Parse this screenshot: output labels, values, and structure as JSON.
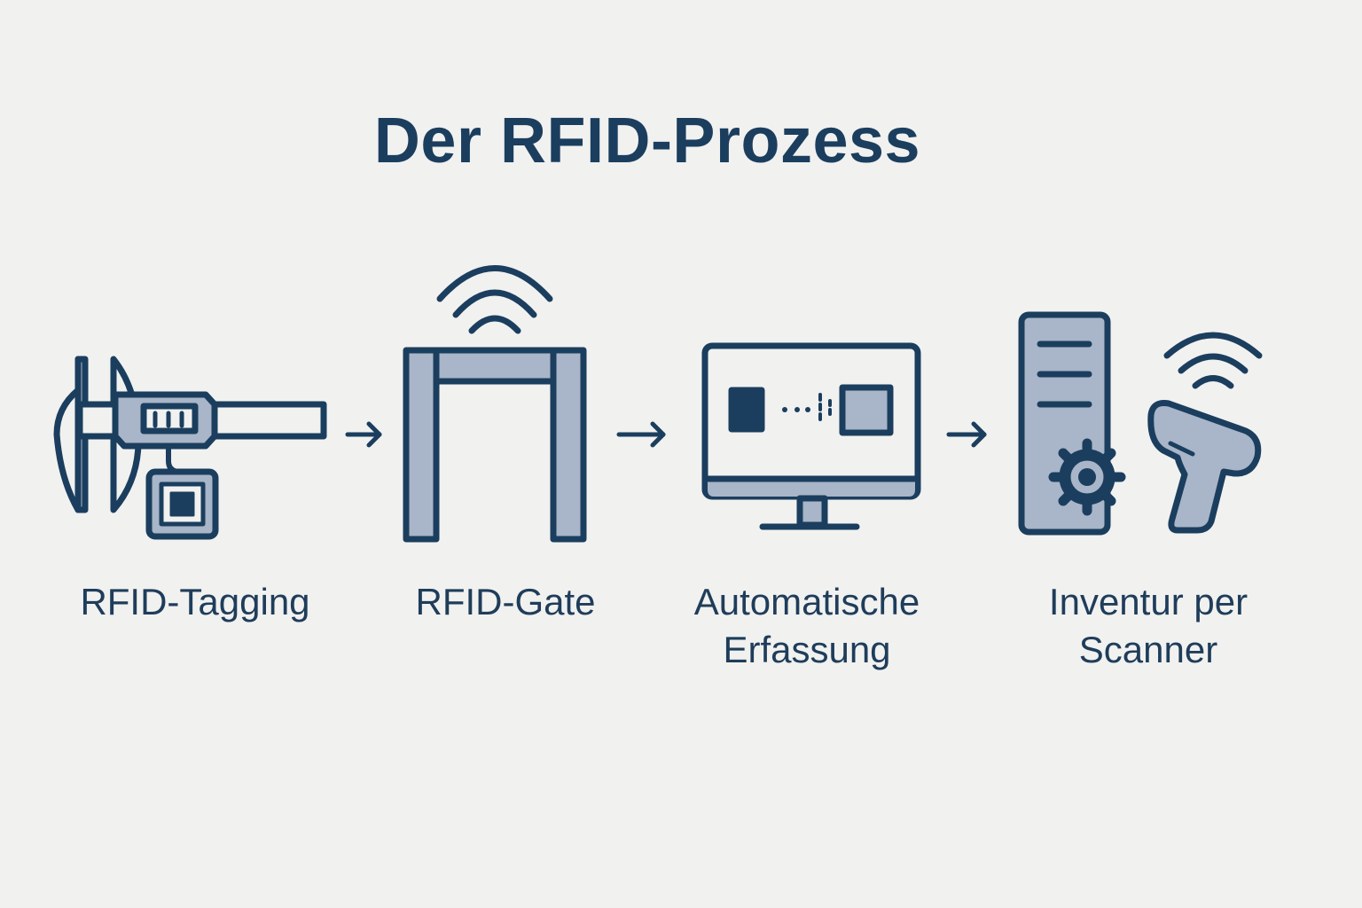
{
  "title": "Der RFID-Prozess",
  "steps": [
    {
      "label": "RFID-Tagging",
      "icon": "caliper-with-rfid-tag-icon"
    },
    {
      "label": "RFID-Gate",
      "icon": "rfid-gate-icon"
    },
    {
      "label": "Automatische Erfassung",
      "icon": "monitor-data-transfer-icon"
    },
    {
      "label": "Inventur per Scanner",
      "icon": "server-and-handheld-scanner-icon"
    }
  ],
  "colors": {
    "stroke": "#1b3e5e",
    "fill": "#a9b5c8",
    "background": "#f1f1f0"
  }
}
